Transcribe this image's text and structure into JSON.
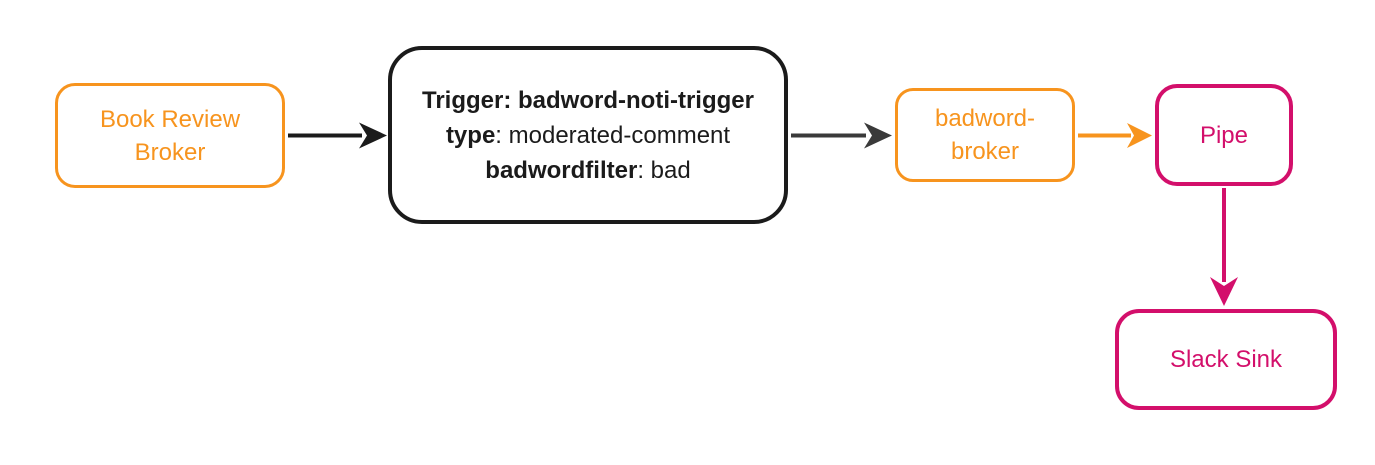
{
  "colors": {
    "orange": "#F7941E",
    "pink": "#D30F6B",
    "ink": "#1B1B1B",
    "arrow_gray": "#3A3A3A"
  },
  "nodes": {
    "book_review_broker": {
      "label": "Book Review Broker"
    },
    "trigger": {
      "lines": [
        {
          "bold": "Trigger: badword-noti-trigger",
          "regular": ""
        },
        {
          "bold": "type",
          "regular": ": moderated-comment"
        },
        {
          "bold": "badwordfilter",
          "regular": ": bad"
        }
      ]
    },
    "badword_broker": {
      "label": "badword-broker"
    },
    "pipe": {
      "label": "Pipe"
    },
    "slack_sink": {
      "label": "Slack Sink"
    }
  },
  "edges": [
    {
      "from": "book-review-broker",
      "to": "trigger",
      "color": "#1B1B1B"
    },
    {
      "from": "trigger",
      "to": "badword-broker",
      "color": "#3A3A3A"
    },
    {
      "from": "badword-broker",
      "to": "pipe",
      "color": "#F7941E"
    },
    {
      "from": "pipe",
      "to": "slack-sink",
      "color": "#D30F6B"
    }
  ]
}
